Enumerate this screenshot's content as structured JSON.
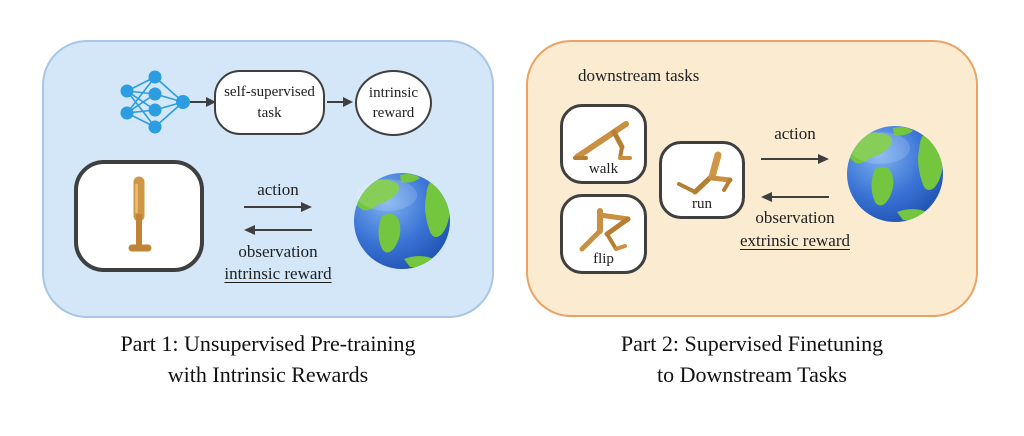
{
  "figure": {
    "panel1": {
      "caption_line1": "Part 1: Unsupervised Pre-training",
      "caption_line2": "with Intrinsic Rewards",
      "ssl_task_label": "self-supervised task",
      "intrinsic_reward_node_label": "intrinsic reward",
      "loop": {
        "action": "action",
        "observation": "observation",
        "reward": "intrinsic reward"
      }
    },
    "panel2": {
      "caption_line1": "Part 2: Supervised Finetuning",
      "caption_line2": "to Downstream Tasks",
      "header": "downstream tasks",
      "tasks": [
        {
          "label": "walk"
        },
        {
          "label": "flip"
        },
        {
          "label": "run"
        }
      ],
      "loop": {
        "action": "action",
        "observation": "observation",
        "reward": "extrinsic reward"
      }
    }
  },
  "icons": {
    "neural_network": "neural-network-icon",
    "earth": "earth-globe-icon",
    "walker_standing": "walker-standing-icon",
    "walker_walk": "walker-walk-icon",
    "walker_flip": "walker-flip-icon",
    "walker_run": "walker-run-icon",
    "arrow_right": "arrow-right-icon",
    "arrow_left": "arrow-left-icon"
  },
  "colors": {
    "panel1_fill": "#d3e7f8",
    "panel1_border": "#a9c7e4",
    "panel2_fill": "#fbecd1",
    "panel2_border": "#eaa365",
    "box_border": "#3f3f3f",
    "arrow": "#3f3f3f",
    "text": "#1f1f1f",
    "nn_blue": "#2b9de0",
    "walker_tan": "#c9913f",
    "earth_ocean": "#2f63c9",
    "earth_land": "#74c63e"
  }
}
